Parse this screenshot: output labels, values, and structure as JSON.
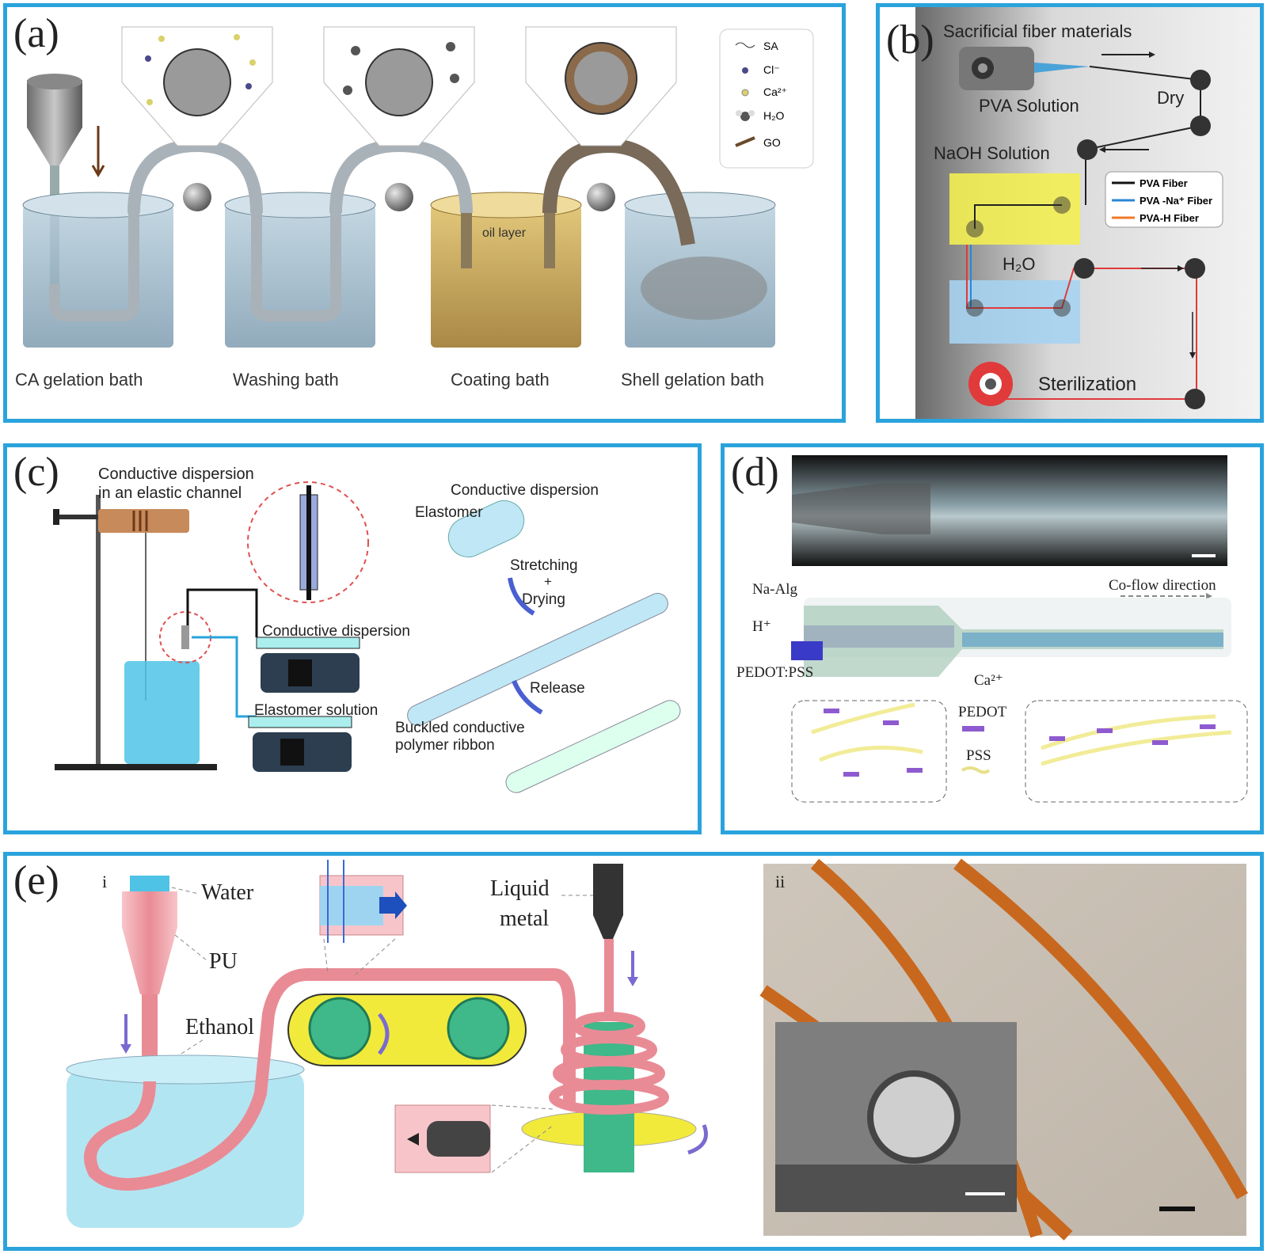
{
  "colors": {
    "border": "#2aa3dc",
    "water": "#8fb6cc",
    "coating": "#c9a75a",
    "pink": "#f2a0a8",
    "green": "#3fb88a",
    "yellow": "#f2ea3a",
    "copper": "#c8681e"
  },
  "panel_a": {
    "label": "(a)",
    "legend": [
      {
        "icon": "sa-strand-icon",
        "text": "SA"
      },
      {
        "icon": "chloride-dot-icon",
        "text": "Cl⁻"
      },
      {
        "icon": "calcium-dot-icon",
        "text": "Ca²⁺"
      },
      {
        "icon": "water-molecule-icon",
        "text": "H₂O"
      },
      {
        "icon": "go-sheet-icon",
        "text": "GO"
      }
    ],
    "oil_layer": "oil layer",
    "baths": [
      "CA  gelation bath",
      "Washing bath",
      "Coating bath",
      "Shell gelation bath"
    ]
  },
  "panel_b": {
    "label": "(b)",
    "title": "Sacrificial fiber materials",
    "pva_solution": "PVA Solution",
    "dry": "Dry",
    "naoh": "NaOH Solution",
    "h2o": "H₂O",
    "sterilization": "Sterilization",
    "legend": [
      {
        "text": "PVA Fiber",
        "color": "#111111"
      },
      {
        "text": "PVA -Na⁺ Fiber",
        "color": "#2b86d6"
      },
      {
        "text": "PVA-H Fiber",
        "color": "#f07a2a"
      }
    ]
  },
  "panel_c": {
    "label": "(c)",
    "channel_title_1": "Conductive dispersion",
    "channel_title_2": "in an elastic channel",
    "pump_1": "Conductive dispersion",
    "pump_2": "Elastomer solution",
    "conductive_dispersion": "Conductive dispersion",
    "elastomer": "Elastomer",
    "stretching": "Stretching",
    "plus": "+",
    "drying": "Drying",
    "release": "Release",
    "ribbon_1": "Buckled conductive",
    "ribbon_2": "polymer ribbon"
  },
  "panel_d": {
    "label": "(d)",
    "co_flow": "Co-flow direction",
    "na_alg": "Na-Alg",
    "h_plus": "H⁺",
    "pedot_pss": "PEDOT:PSS",
    "ca": "Ca²⁺",
    "pedot": "PEDOT",
    "pss": "PSS"
  },
  "panel_e": {
    "label": "(e)",
    "sub_i": "i",
    "sub_ii": "ii",
    "water": "Water",
    "pu": "PU",
    "ethanol": "Ethanol",
    "liquid_metal_1": "Liquid",
    "liquid_metal_2": "metal"
  }
}
